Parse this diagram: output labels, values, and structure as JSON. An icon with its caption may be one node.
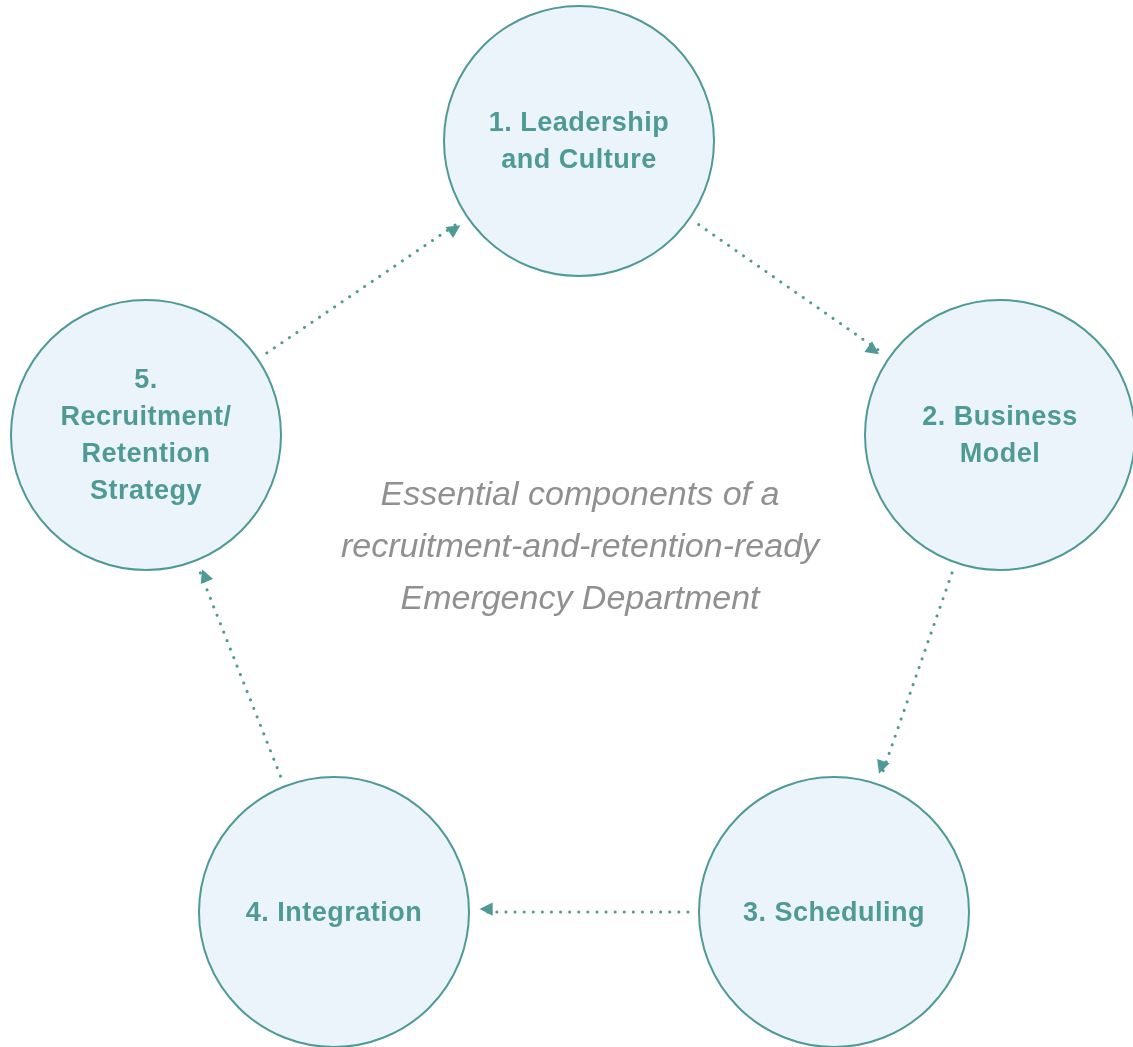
{
  "diagram": {
    "nodes": [
      {
        "text": [
          "1. Leadership and Culture"
        ]
      },
      {
        "text": [
          "2. Business Model"
        ]
      },
      {
        "text": [
          "3. Scheduling"
        ]
      },
      {
        "text": [
          "4. Integration"
        ]
      },
      {
        "text": [
          "5. Recruitment/ Retention Strategy"
        ]
      }
    ],
    "edges": [
      {
        "from": 0,
        "to": 1,
        "arrow": "to"
      },
      {
        "from": 1,
        "to": 2,
        "arrow": "to"
      },
      {
        "from": 2,
        "to": 3,
        "arrow": "to"
      },
      {
        "from": 3,
        "to": 4,
        "arrow": "to"
      },
      {
        "from": 4,
        "to": 0,
        "arrow": "to"
      }
    ],
    "labels": [
      "Essential components of a recruitment-and-retention-ready Emergency Department"
    ]
  }
}
